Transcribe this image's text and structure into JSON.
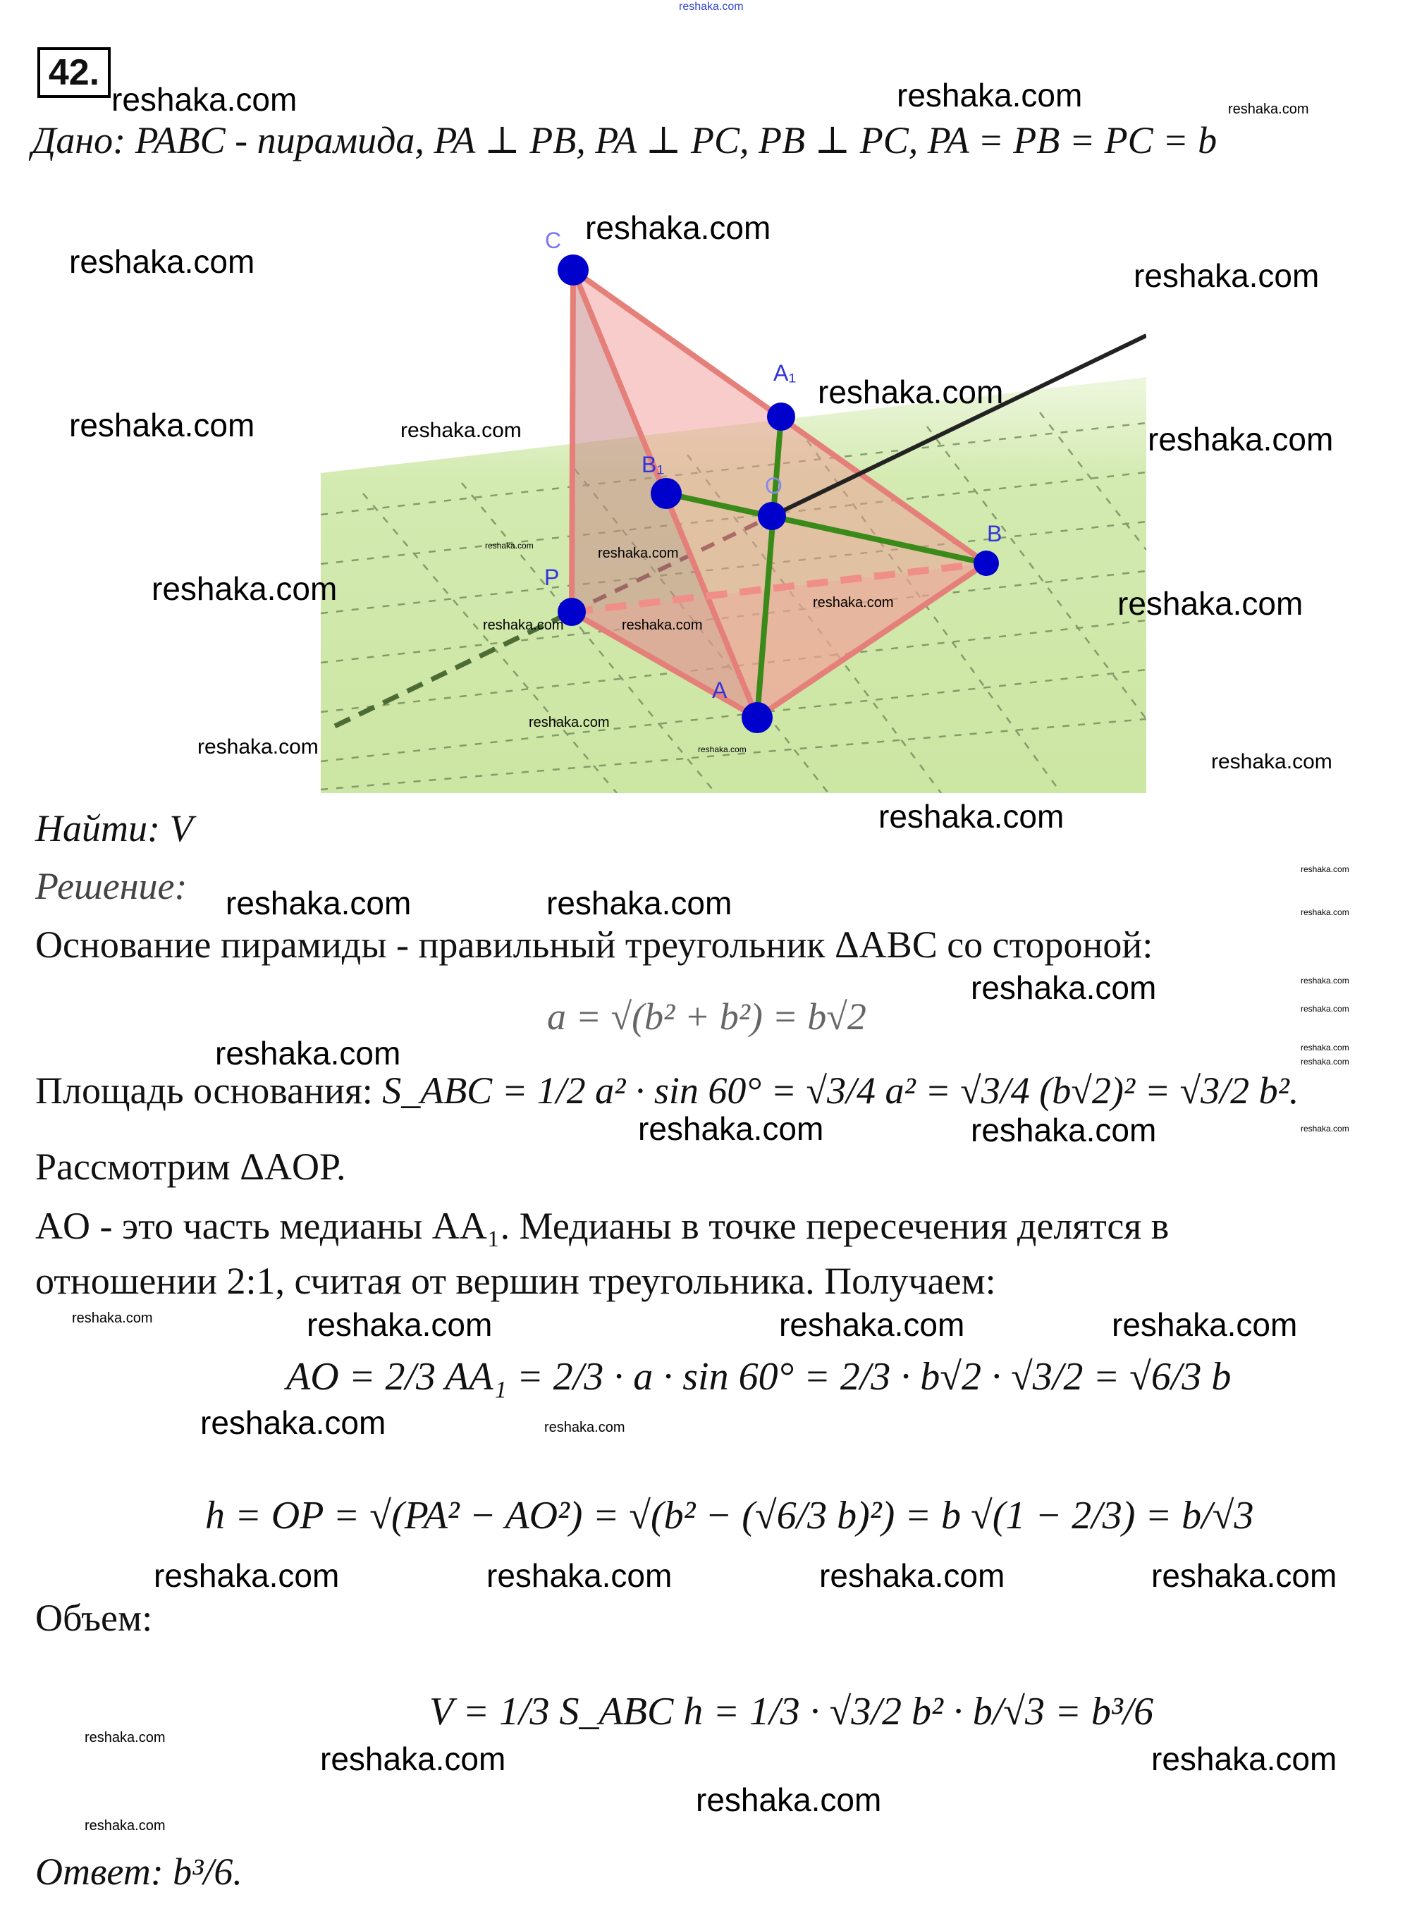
{
  "site_top": "reshaka.com",
  "problem_number": "42.",
  "given": {
    "label": "Дано",
    "text": ": PABC - пирамида, PA ⊥ PB, PA ⊥ PC, PB ⊥ PC, PA = PB = PC = b"
  },
  "figure": {
    "labels": {
      "C": "C",
      "A1": "A₁",
      "B1": "B₁",
      "O": "O",
      "B": "B",
      "P": "P",
      "A": "A"
    },
    "colors": {
      "face": "#e88f8a",
      "edge": "#e57f7a",
      "median": "#3a8a1a",
      "point": "#0000cc",
      "plane": "#cfe8a8"
    }
  },
  "find": {
    "label": "Найти",
    "text": ": V"
  },
  "solution_label": "Решение:",
  "lines": {
    "base": "Основание пирамиды - правильный треугольник ΔABC со стороной:",
    "a_formula": "a = √(b² + b²) = b√2",
    "area_label": "Площадь основания:",
    "area_formula": "S_ABC = 1/2 a² · sin 60° = √3/4 a² = √3/4 (b√2)² = √3/2 b².",
    "consider": "Рассмотрим ΔAOP.",
    "ao_text1": "AO - это часть медианы AA₁. Медианы в точке пересечения делятся в",
    "ao_text2": "отношении 2:1, считая от вершин треугольника. Получаем:",
    "ao_formula": "AO = 2/3 AA₁ = 2/3 · a · sin 60° = 2/3 · b√2 · √3/2 = √6/3 b",
    "h_formula": "h = OP = √(PA² − AO²) = √(b² − (√6/3 b)²) = b √(1 − 2/3) = b/√3",
    "volume_label": "Объем:",
    "v_formula": "V = 1/3 S_ABC h = 1/3 · √3/2 b² · b/√3 = b³/6",
    "answer_label": "Ответ",
    "answer": ": b³/6."
  },
  "watermark": "reshaka.com"
}
